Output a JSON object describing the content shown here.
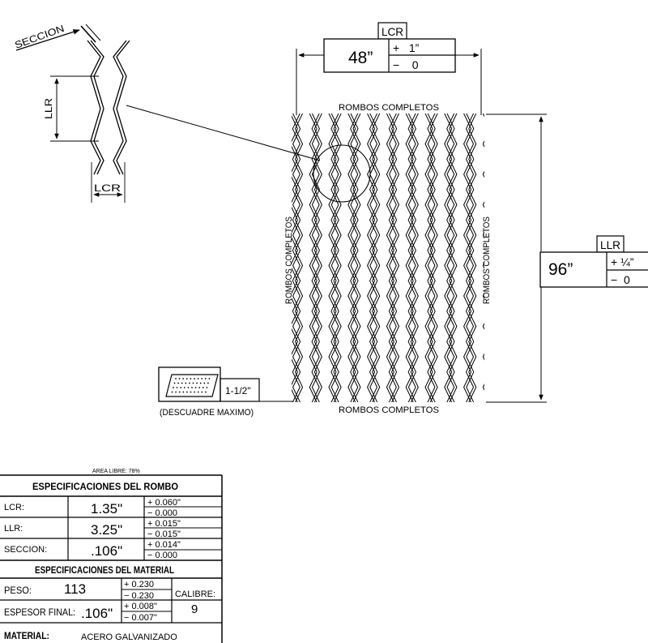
{
  "drawing": {
    "top_label": "ROMBOS COMPLETOS",
    "bottom_label": "ROMBOS COMPLETOS",
    "left_label": "ROMBOS COMPLETOS",
    "right_label": "ROMBOS COMPLETOS",
    "width": {
      "tag": "LCR",
      "value": "48”",
      "tol_plus": "+   1”",
      "tol_minus": "−    0"
    },
    "length": {
      "tag": "LLR",
      "value": "96”",
      "tol_plus": "+ ¼”",
      "tol_minus": "−  0"
    },
    "detail": {
      "seccion_label": "SECCION",
      "llr_label": "LLR",
      "lcr_label": "LCR"
    },
    "squareness": {
      "value": "1-1/2\"",
      "caption": "(DESCUADRE MAXIMO)"
    }
  },
  "specs": {
    "area_libre": "AREA LIBRE: 78%",
    "rombo_title": "ESPECIFICACIONES DEL ROMBO",
    "rombo_rows": [
      {
        "label": "LCR:",
        "value": "1.35\"",
        "plus": "+  0.060\"",
        "minus": "−  0.000"
      },
      {
        "label": "LLR:",
        "value": "3.25\"",
        "plus": "+  0.015\"",
        "minus": "−  0.015\""
      },
      {
        "label": "SECCION:",
        "value": ".106\"",
        "plus": "+  0.014\"",
        "minus": "−  0.000"
      }
    ],
    "material_title": "ESPECIFICACIONES DEL MATERIAL",
    "peso": {
      "label": "PESO:",
      "value": "113",
      "plus": "+ 0.230",
      "minus": "− 0.230"
    },
    "espesor": {
      "label": "ESPESOR FINAL:",
      "value": ".106\"",
      "plus": "+ 0.008\"",
      "minus": "− 0.007\""
    },
    "calibre": {
      "label": "CALIBRE:",
      "value": "9"
    },
    "material": {
      "label": "MATERIAL:",
      "value": "ACERO GALVANIZADO"
    }
  }
}
